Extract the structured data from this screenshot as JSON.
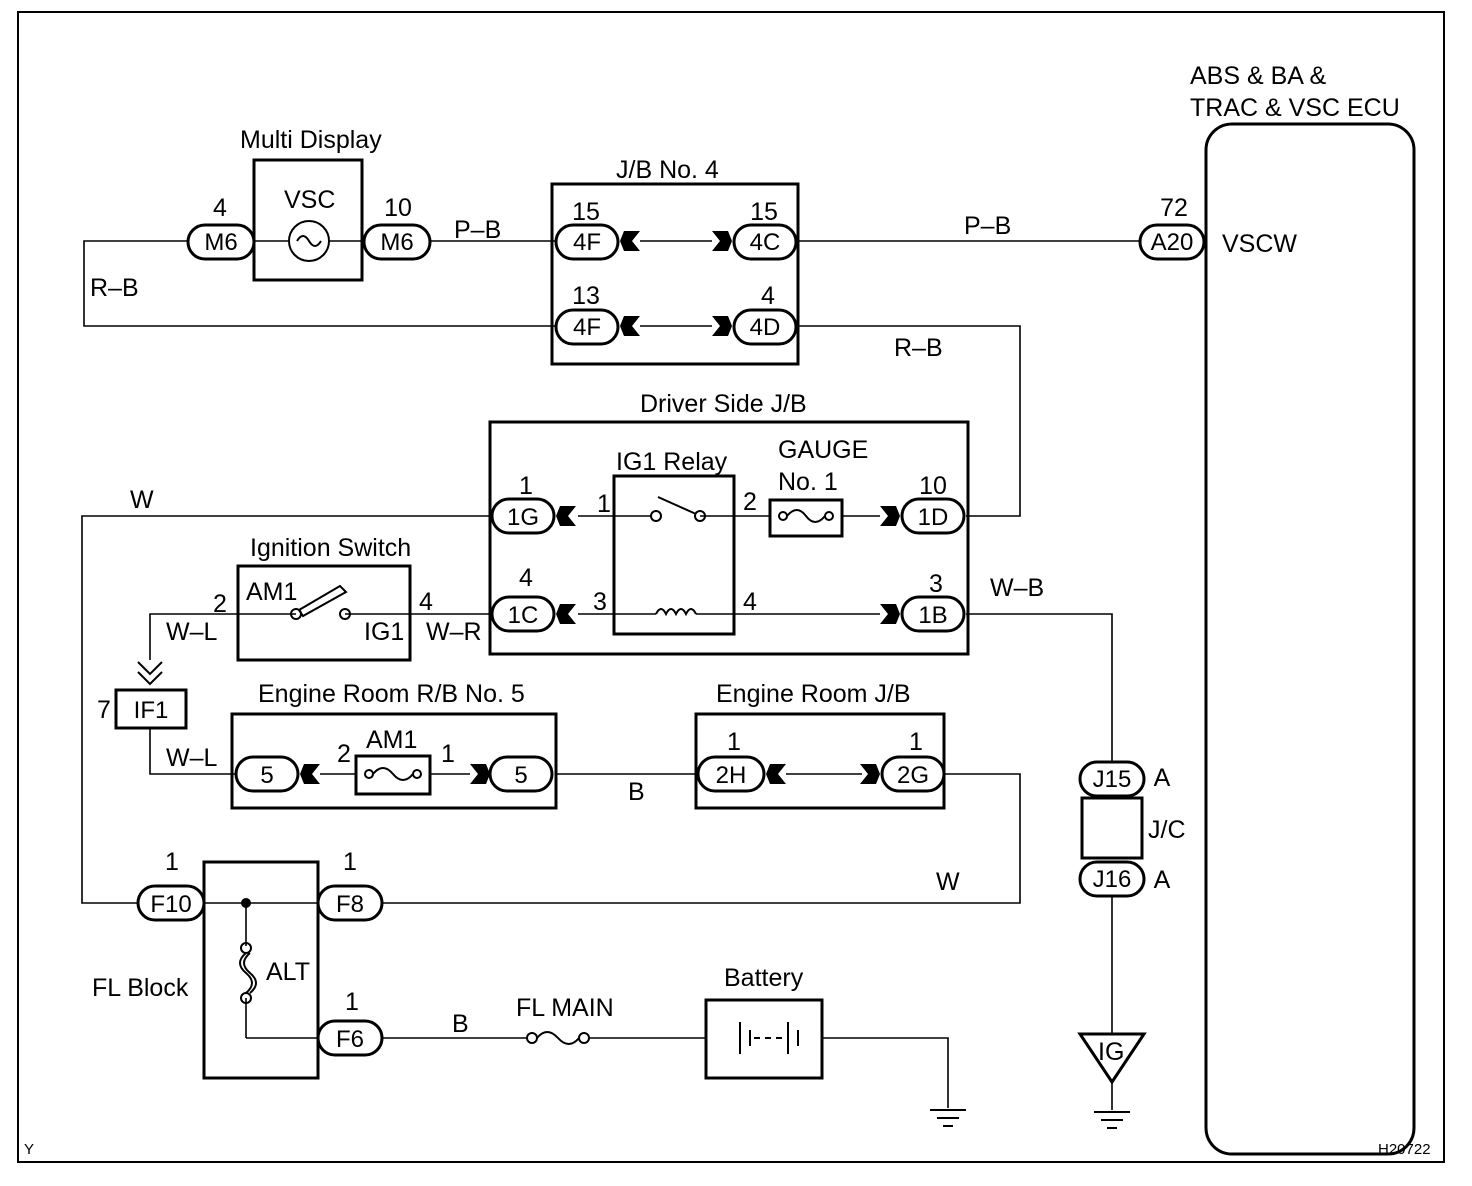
{
  "doc_code": "H20722",
  "page_letter": "Y",
  "components": {
    "ecu": "ABS & BA &\nTRAC & VSC ECU",
    "ecu_line1": "ABS & BA &",
    "ecu_line2": "TRAC & VSC ECU",
    "ecu_terminal": "VSCW",
    "multi_display": "Multi Display",
    "vsc_indicator": "VSC",
    "jb4": "J/B No. 4",
    "driver_jb": "Driver Side J/B",
    "ig1_relay": "IG1 Relay",
    "gauge_fuse_1": "GAUGE",
    "gauge_fuse_2": "No. 1",
    "ignition_switch": "Ignition Switch",
    "sw_am1": "AM1",
    "sw_ig1": "IG1",
    "er_rb5": "Engine Room R/B No. 5",
    "am1_fuse": "AM1",
    "er_jb": "Engine Room J/B",
    "fl_block": "FL Block",
    "alt_fuse": "ALT",
    "fl_main": "FL MAIN",
    "battery": "Battery",
    "jc": "J/C",
    "ground_ig": "IG"
  },
  "connectors": {
    "m6a": "M6",
    "m6b": "M6",
    "4f_top": "4F",
    "4c": "4C",
    "4f_bot": "4F",
    "4d": "4D",
    "a20": "A20",
    "1g": "1G",
    "1d": "1D",
    "1c": "1C",
    "1b": "1B",
    "if1": "IF1",
    "rb5_l": "5",
    "rb5_r": "5",
    "2h": "2H",
    "2g": "2G",
    "f10": "F10",
    "f8": "F8",
    "f6": "F6",
    "j15": "J15",
    "j16": "J16"
  },
  "pins": {
    "m6a": "4",
    "m6b": "10",
    "4f_top": "15",
    "4c": "15",
    "4f_bot": "13",
    "4d": "4",
    "a20": "72",
    "1g": "1",
    "relay_1": "1",
    "relay_2": "2",
    "1d": "10",
    "1c": "4",
    "relay_3": "3",
    "relay_4": "4",
    "1b": "3",
    "sw_2": "2",
    "sw_4": "4",
    "if1": "7",
    "am1_2": "2",
    "am1_1": "1",
    "2h": "1",
    "2g": "1",
    "f10": "1",
    "f8": "1",
    "f6": "1",
    "j15": "A",
    "j16": "A"
  },
  "wires": {
    "pb_left": "P–B",
    "pb_right": "P–B",
    "rb_left": "R–B",
    "rb_right": "R–B",
    "w_top": "W",
    "wb": "W–B",
    "wl_upper": "W–L",
    "wr": "W–R",
    "wl_lower": "W–L",
    "b_mid": "B",
    "w_lower": "W",
    "b_bottom": "B"
  }
}
